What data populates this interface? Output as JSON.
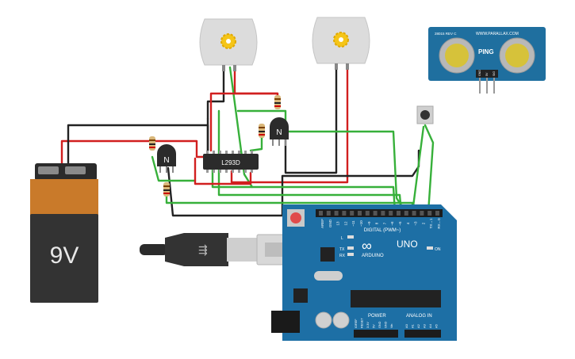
{
  "battery": {
    "label": "9V"
  },
  "driver_ic": {
    "label": "L293D"
  },
  "transistors": [
    {
      "label": "N"
    },
    {
      "label": "N"
    }
  ],
  "sensor": {
    "brand": "WWW.PARALLAX.COM",
    "name": "PING",
    "rev": "28015\nREV C",
    "pins": [
      "GND",
      "5V",
      "SIG"
    ]
  },
  "arduino": {
    "model": "UNO",
    "brand": "ARDUINO",
    "digital_header": "DIGITAL (PWM~)",
    "power_header": "POWER",
    "analog_header": "ANALOG IN",
    "led_labels": [
      "L",
      "TX",
      "RX",
      "ON"
    ],
    "digital_pins": [
      "AREF",
      "GND",
      "13",
      "12",
      "~11",
      "~10",
      "~9",
      "8",
      "7",
      "~6",
      "~5",
      "4",
      "~3",
      "2",
      "TX→1",
      "RX←0"
    ],
    "power_pins": [
      "IOREF",
      "RESET",
      "3.3V",
      "5V",
      "GND",
      "GND",
      "Vin"
    ],
    "analog_pins": [
      "A0",
      "A1",
      "A2",
      "A3",
      "A4",
      "A5"
    ]
  },
  "colors": {
    "wire_red": "#d11f1f",
    "wire_black": "#222222",
    "wire_green": "#37b03a",
    "arduino_blue": "#1d6fa5",
    "sensor_blue": "#1f6f9f"
  }
}
